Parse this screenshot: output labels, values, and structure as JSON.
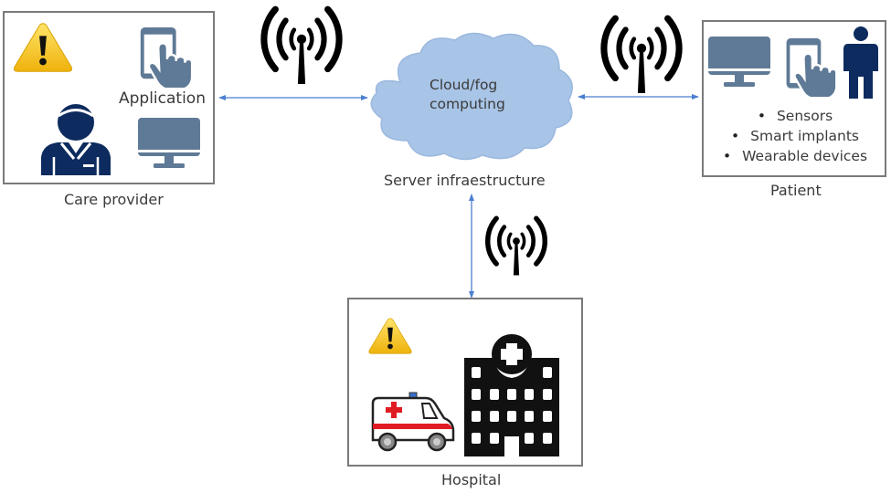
{
  "diagram": {
    "title": "Healthcare IoT architecture",
    "colors": {
      "arrow": "#4a7fd0",
      "cloud_fill": "#a8c4e6",
      "cloud_stroke": "#9bb8de",
      "device_slate": "#5f7a96",
      "person_navy": "#0d2b5e",
      "warning_yellow": "#f2c21b",
      "hospital_black": "#111111",
      "ambulance_red": "#e11b22"
    },
    "nodes": {
      "care_provider": {
        "label": "Care provider",
        "application_label": "Application",
        "icons": [
          "warning-icon",
          "tablet-touch-icon",
          "care-provider-person-icon",
          "monitor-icon"
        ]
      },
      "cloud": {
        "text_line1": "Cloud/fog",
        "text_line2": "computing",
        "label": "Server infraestructure"
      },
      "patient": {
        "label": "Patient",
        "icons": [
          "monitor-icon",
          "tablet-touch-icon",
          "patient-person-icon"
        ],
        "items": [
          "Sensors",
          "Smart implants",
          "Wearable devices"
        ]
      },
      "hospital": {
        "label": "Hospital",
        "icons": [
          "warning-icon",
          "ambulance-icon",
          "hospital-building-icon"
        ]
      }
    },
    "connections": [
      {
        "from": "care_provider",
        "to": "cloud",
        "type": "bidirectional",
        "wireless": true
      },
      {
        "from": "cloud",
        "to": "patient",
        "type": "bidirectional",
        "wireless": true
      },
      {
        "from": "cloud",
        "to": "hospital",
        "type": "bidirectional",
        "wireless": true
      }
    ]
  }
}
